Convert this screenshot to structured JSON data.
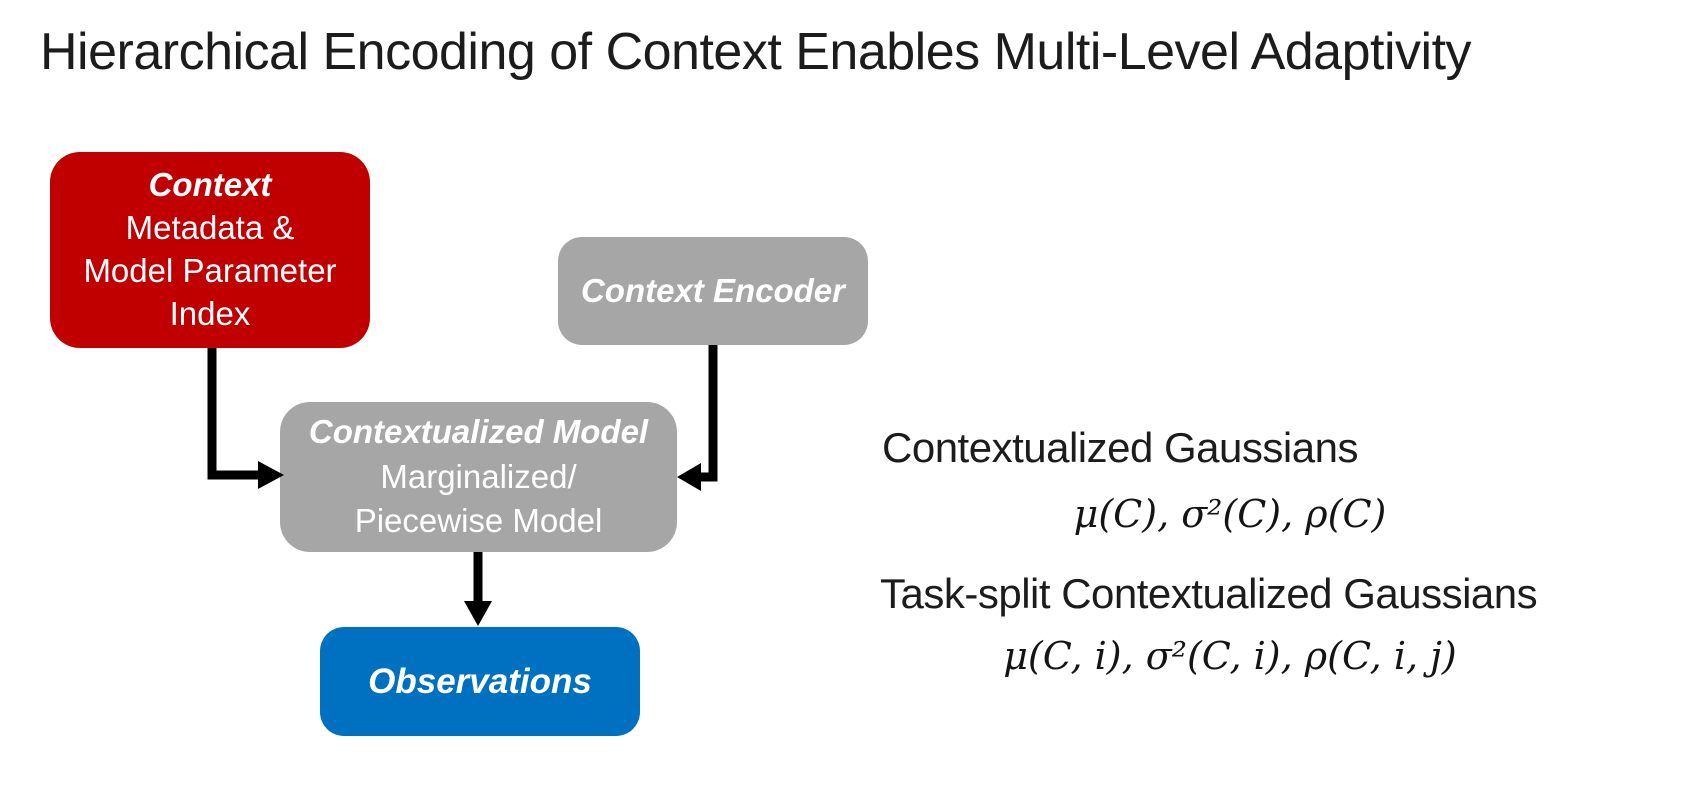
{
  "title": "Hierarchical Encoding of Context Enables Multi-Level Adaptivity",
  "colors": {
    "context_box": "#C00000",
    "encoder_box": "#A6A6A6",
    "model_box": "#A6A6A6",
    "observations_box": "#0070C0",
    "arrow": "#000000",
    "text": "#1C1C1C",
    "box_text": "#FFFFFF",
    "background": "#FFFFFF"
  },
  "diagram": {
    "context_box": {
      "title": "Context",
      "lines": [
        "Metadata &",
        "Model Parameter",
        "Index"
      ]
    },
    "encoder_box": {
      "title": "Context Encoder"
    },
    "model_box": {
      "title": "Contextualized Model",
      "lines": [
        "Marginalized/",
        "Piecewise Model"
      ]
    },
    "observations_box": {
      "title": "Observations"
    }
  },
  "annotations": {
    "gaussians": {
      "heading": "Contextualized Gaussians",
      "formula": "μ(C), σ²(C), ρ(C)"
    },
    "task_split": {
      "heading": "Task-split Contextualized Gaussians",
      "formula": "μ(C, i), σ²(C, i), ρ(C, i, j)"
    }
  }
}
